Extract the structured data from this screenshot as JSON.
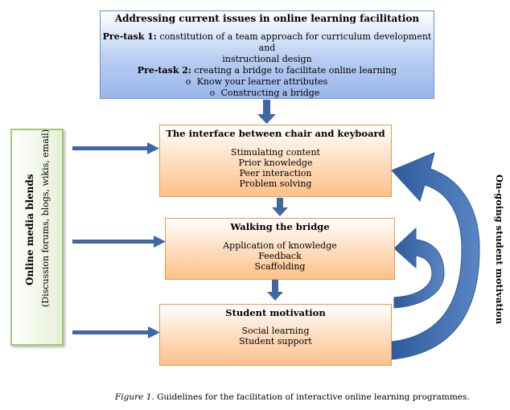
{
  "top_box": {
    "title": "Addressing current issues in online learning facilitation",
    "pretask1_label": "Pre-task 1:",
    "pretask1_text_line1": " constitution of a team approach for curriculum development and",
    "pretask1_text_line2": "instructional design",
    "pretask2_label": "Pre-task 2:",
    "pretask2_text": " creating a bridge to facilitate online learning",
    "bullet_glyph": "o",
    "bullets": [
      "Know your learner attributes",
      "Constructing a bridge"
    ]
  },
  "box_interface": {
    "title": "The interface between chair and keyboard",
    "items": [
      "Stimulating content",
      "Prior knowledge",
      "Peer interaction",
      "Problem solving"
    ]
  },
  "box_bridge": {
    "title": "Walking the bridge",
    "items": [
      "Application of knowledge",
      "Feedback",
      "Scaffolding"
    ]
  },
  "box_motivation": {
    "title": "Student motivation",
    "items": [
      "Social learning",
      "Student support"
    ]
  },
  "side_left": {
    "title": "Online media blends",
    "subtitle": "(Discussion forums, blogs, wikis, email)"
  },
  "side_right": {
    "label": "On-going student motivation"
  },
  "caption": {
    "prefix": "Figure 1",
    "text": ". Guidelines for the facilitation of interactive online learning programmes."
  },
  "colors": {
    "arrow_blue": "#3f67a3",
    "curve_blue": "#4a76b6",
    "orange_border": "#e59a53",
    "green_border": "#a4c874",
    "top_border": "#6d8fcf"
  }
}
